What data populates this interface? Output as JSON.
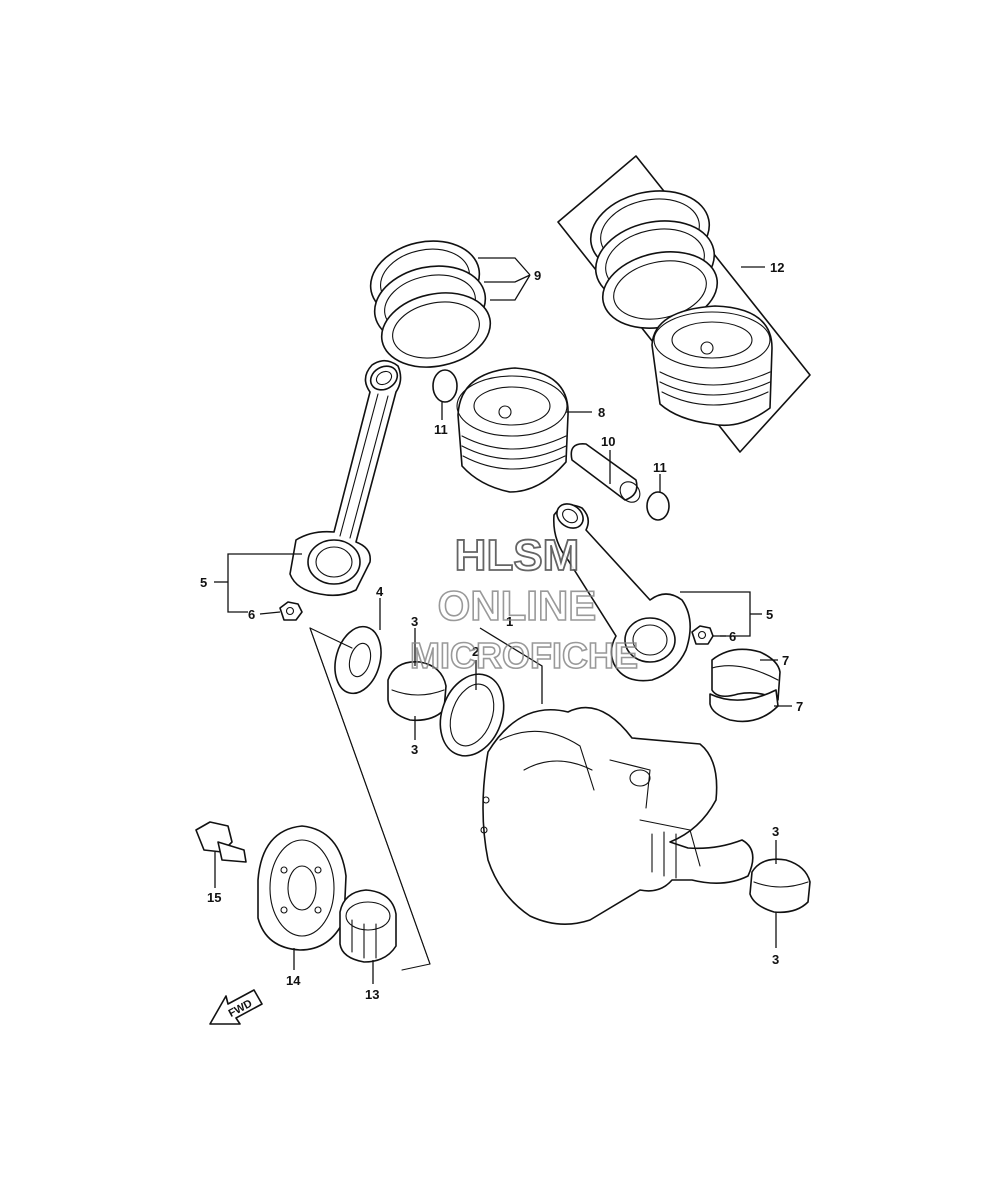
{
  "watermark": {
    "line1": "HLSM",
    "line2": "ONLINE",
    "line3": "MICROFICHE"
  },
  "direction_marker": "FWD",
  "callouts": [
    {
      "id": "c1",
      "label": "1"
    },
    {
      "id": "c2",
      "label": "2"
    },
    {
      "id": "c3a",
      "label": "3"
    },
    {
      "id": "c3b",
      "label": "3"
    },
    {
      "id": "c3c",
      "label": "3"
    },
    {
      "id": "c3d",
      "label": "3"
    },
    {
      "id": "c4",
      "label": "4"
    },
    {
      "id": "c5a",
      "label": "5"
    },
    {
      "id": "c5b",
      "label": "5"
    },
    {
      "id": "c6a",
      "label": "6"
    },
    {
      "id": "c6b",
      "label": "6"
    },
    {
      "id": "c7a",
      "label": "7"
    },
    {
      "id": "c7b",
      "label": "7"
    },
    {
      "id": "c8",
      "label": "8"
    },
    {
      "id": "c9",
      "label": "9"
    },
    {
      "id": "c10",
      "label": "10"
    },
    {
      "id": "c11a",
      "label": "11"
    },
    {
      "id": "c11b",
      "label": "11"
    },
    {
      "id": "c12",
      "label": "12"
    },
    {
      "id": "c13",
      "label": "13"
    },
    {
      "id": "c14",
      "label": "14"
    },
    {
      "id": "c15",
      "label": "15"
    }
  ]
}
